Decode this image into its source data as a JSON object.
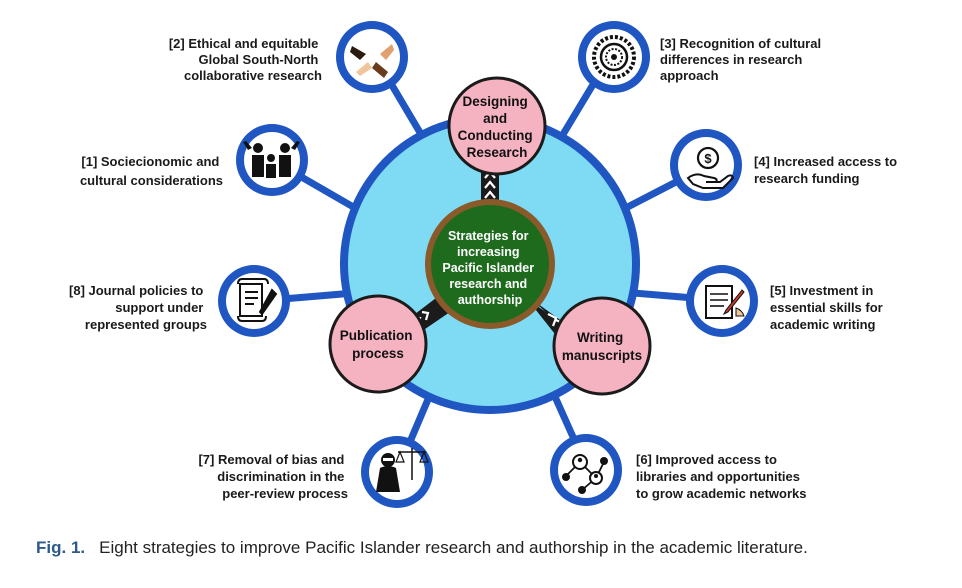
{
  "center": {
    "lines": [
      "Strategies for",
      "increasing",
      "Pacific Islander",
      "research and",
      "authorship"
    ]
  },
  "phases": [
    {
      "id": "design",
      "lines": [
        "Designing",
        "and",
        "Conducting",
        "Research"
      ]
    },
    {
      "id": "publication",
      "lines": [
        "Publication",
        "process"
      ]
    },
    {
      "id": "writing",
      "lines": [
        "Writing",
        "manuscripts"
      ]
    }
  ],
  "strategies": [
    {
      "id": "s1",
      "icon": "family-icon",
      "lines": [
        "[1] Sociecionomic and",
        "cultural considerations"
      ]
    },
    {
      "id": "s2",
      "icon": "handshake-icon",
      "lines": [
        "[2] Ethical and equitable",
        "Global South-North",
        "collaborative research"
      ]
    },
    {
      "id": "s3",
      "icon": "mandala-icon",
      "lines": [
        "[3] Recognition of cultural",
        "differences in research",
        "approach"
      ]
    },
    {
      "id": "s4",
      "icon": "funding-hand-icon",
      "lines": [
        "[4] Increased access to",
        "research funding"
      ]
    },
    {
      "id": "s5",
      "icon": "writing-document-icon",
      "lines": [
        "[5] Investment in",
        "essential skills for",
        "academic writing"
      ]
    },
    {
      "id": "s6",
      "icon": "network-icon",
      "lines": [
        "[6] Improved access to",
        "libraries and opportunities",
        "to grow academic networks"
      ]
    },
    {
      "id": "s7",
      "icon": "justice-icon",
      "lines": [
        "[7] Removal of bias and",
        "discrimination in the",
        "peer-review process"
      ]
    },
    {
      "id": "s8",
      "icon": "scroll-quill-icon",
      "lines": [
        "[8] Journal policies to",
        "support under",
        "represented groups"
      ]
    }
  ],
  "caption": {
    "label": "Fig. 1.",
    "text": "Eight strategies to improve Pacific Islander research and authorship in the academic literature."
  },
  "colors": {
    "ring": "#1f56c2",
    "disc": "#7fdaf3",
    "phase": "#f5b3c2",
    "core": "#1e6b1e",
    "core_ring": "#8a5a2b",
    "icon_bg": "#ffffff",
    "caption_label": "#2d5a8a"
  }
}
